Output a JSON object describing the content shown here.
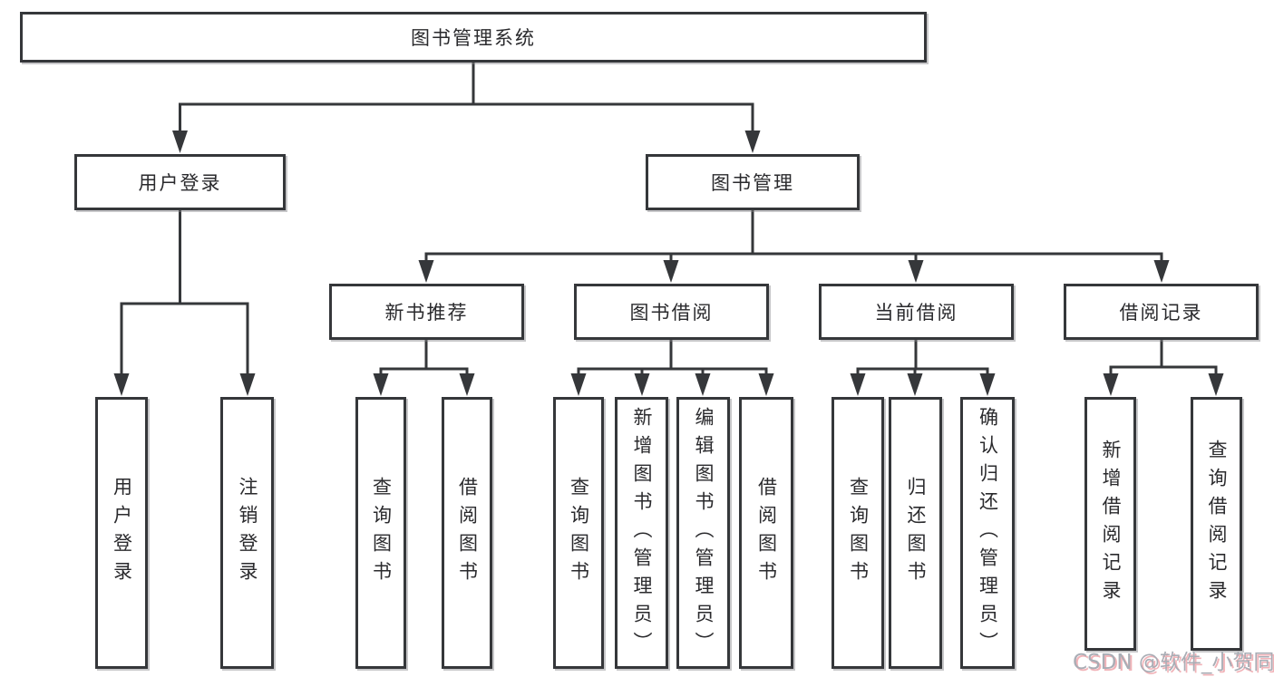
{
  "diagram": {
    "title": "图书管理系统",
    "level2": [
      {
        "id": "user-login",
        "label": "用户登录"
      },
      {
        "id": "book-management",
        "label": "图书管理"
      }
    ],
    "level3": [
      {
        "id": "new-book-recommend",
        "label": "新书推荐"
      },
      {
        "id": "book-borrowing",
        "label": "图书借阅"
      },
      {
        "id": "current-borrowing",
        "label": "当前借阅"
      },
      {
        "id": "borrowing-records",
        "label": "借阅记录"
      }
    ],
    "leaves": [
      {
        "id": "user-login-leaf",
        "label": "用户登录"
      },
      {
        "id": "logout",
        "label": "注销登录"
      },
      {
        "id": "query-books-recommend",
        "label": "查询图书"
      },
      {
        "id": "borrow-books-recommend",
        "label": "借阅图书"
      },
      {
        "id": "query-books-borrowing",
        "label": "查询图书"
      },
      {
        "id": "add-books-admin",
        "label": "新增图书（管理员）"
      },
      {
        "id": "edit-books-admin",
        "label": "编辑图书（管理员）"
      },
      {
        "id": "borrow-books-borrowing",
        "label": "借阅图书"
      },
      {
        "id": "query-books-current",
        "label": "查询图书"
      },
      {
        "id": "return-books",
        "label": "归还图书"
      },
      {
        "id": "confirm-return-admin",
        "label": "确认归还（管理员）"
      },
      {
        "id": "add-borrowing-record",
        "label": "新增借阅记录"
      },
      {
        "id": "query-borrowing-record",
        "label": "查询借阅记录"
      }
    ],
    "watermark": "CSDN @软件_小贺同学",
    "colors": {
      "line": "#35373a",
      "text": "#2a2a2d",
      "box_background": "#ffffff",
      "watermark_gray": "#a9adb5",
      "watermark_pink": "#eea0a6",
      "page_background": "#ffffff"
    }
  }
}
